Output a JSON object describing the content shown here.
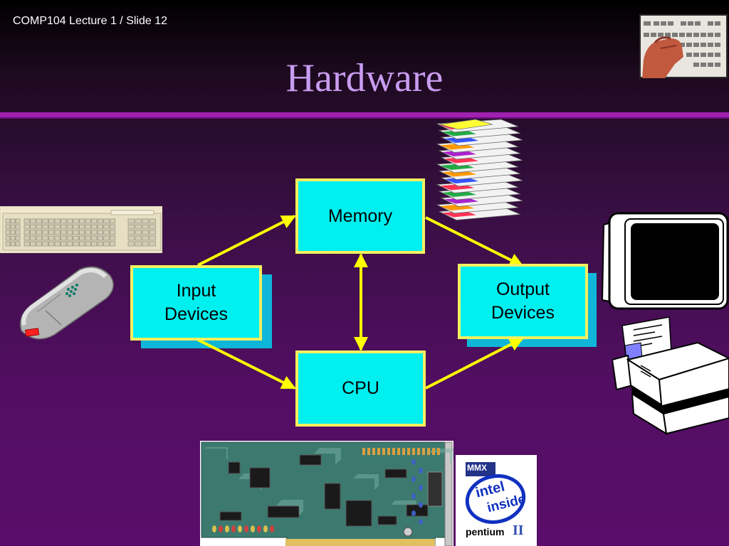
{
  "header": {
    "text": "COMP104 Lecture 1 / Slide 12"
  },
  "title": "Hardware",
  "diagram": {
    "nodes": {
      "memory": "Memory",
      "input": "Input\nDevices",
      "output": "Output\nDevices",
      "cpu": "CPU"
    },
    "colors": {
      "box_fill": "#00f0f0",
      "box_border": "#f4f060",
      "arrow": "#ffff00"
    }
  },
  "clipart": {
    "logo": {
      "top": "MMX",
      "brand_1": "intel",
      "brand_2": "inside",
      "product": "pentium",
      "numeral": "II"
    }
  },
  "icons": [
    "keyboard-photo-icon",
    "disk-stack-icon",
    "keyboard-icon",
    "mouse-icon",
    "monitor-icon",
    "printer-icon",
    "circuit-board-icon",
    "intel-pentium-logo"
  ]
}
